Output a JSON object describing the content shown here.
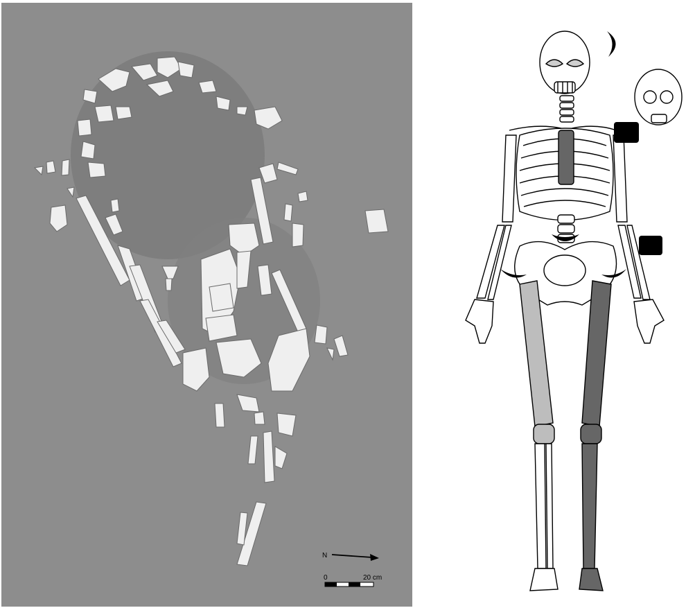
{
  "left_panel": {
    "background_color": "#8d8d8d",
    "north_label": "N",
    "scale_start": "0",
    "scale_end": "20 cm"
  },
  "right_panel": {
    "bone_fill": "#ffffff",
    "shading_dark": "#666666",
    "shading_light": "#bdbdbd",
    "marker_color": "#000000"
  }
}
